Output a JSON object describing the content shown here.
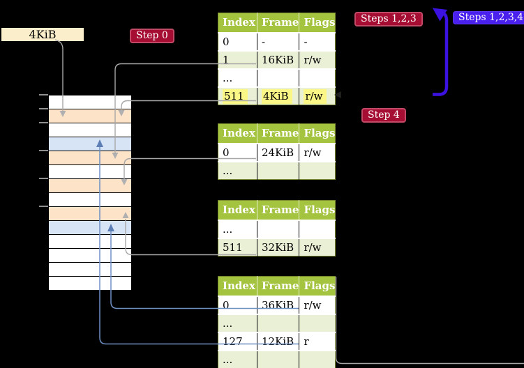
{
  "labels": {
    "frame_size": "4KiB",
    "step0": "Step 0",
    "step4": "Step 4",
    "steps_123": "Steps 1,2,3",
    "steps_1234": "Steps 1,2,3,4"
  },
  "memory_column": {
    "row_types": [
      "white",
      "peach",
      "white",
      "blue",
      "peach",
      "white",
      "peach",
      "white",
      "peach",
      "blue",
      "white",
      "white",
      "white",
      "white"
    ]
  },
  "page_tables": [
    {
      "name": "page-table-level-4",
      "columns": [
        "Index",
        "Frame",
        "Flags"
      ],
      "rows": [
        {
          "cells": [
            "0",
            "-",
            "-"
          ],
          "highlight": false
        },
        {
          "cells": [
            "1",
            "16KiB",
            "r/w"
          ],
          "highlight": false
        },
        {
          "cells": [
            "...",
            "",
            ""
          ],
          "highlight": false
        },
        {
          "cells": [
            "511",
            "4KiB",
            "r/w"
          ],
          "highlight": true
        }
      ]
    },
    {
      "name": "page-table-level-3",
      "columns": [
        "Index",
        "Frame",
        "Flags"
      ],
      "rows": [
        {
          "cells": [
            "0",
            "24KiB",
            "r/w"
          ],
          "highlight": false
        },
        {
          "cells": [
            "...",
            "",
            ""
          ],
          "highlight": false
        }
      ]
    },
    {
      "name": "page-table-level-2",
      "columns": [
        "Index",
        "Frame",
        "Flags"
      ],
      "rows": [
        {
          "cells": [
            "...",
            "",
            ""
          ],
          "highlight": false
        },
        {
          "cells": [
            "511",
            "32KiB",
            "r/w"
          ],
          "highlight": false
        }
      ]
    },
    {
      "name": "page-table-level-1",
      "columns": [
        "Index",
        "Frame",
        "Flags"
      ],
      "rows": [
        {
          "cells": [
            "0",
            "36KiB",
            "r/w"
          ],
          "highlight": false
        },
        {
          "cells": [
            "...",
            "",
            ""
          ],
          "highlight": false
        },
        {
          "cells": [
            "127",
            "12KiB",
            "r"
          ],
          "highlight": false
        },
        {
          "cells": [
            "...",
            "",
            ""
          ],
          "highlight": false
        }
      ]
    }
  ],
  "colors": {
    "background": "#000000",
    "frame_label_bg": "#fbeecb",
    "badge_red": "#a60d33",
    "badge_blue": "#4a20ee",
    "table_header_green": "#a4c33f",
    "table_alt_row": "#eaf0d6",
    "highlight_yellow": "#fbf787",
    "memory_pagetable_frame": "#fde3c8",
    "memory_mapped_page": "#d7e4f6",
    "gray_arrow": "#a7a7a7",
    "blue_arrow_thin": "#6e90c4",
    "blue_arrow_thick": "#3b12e2"
  }
}
